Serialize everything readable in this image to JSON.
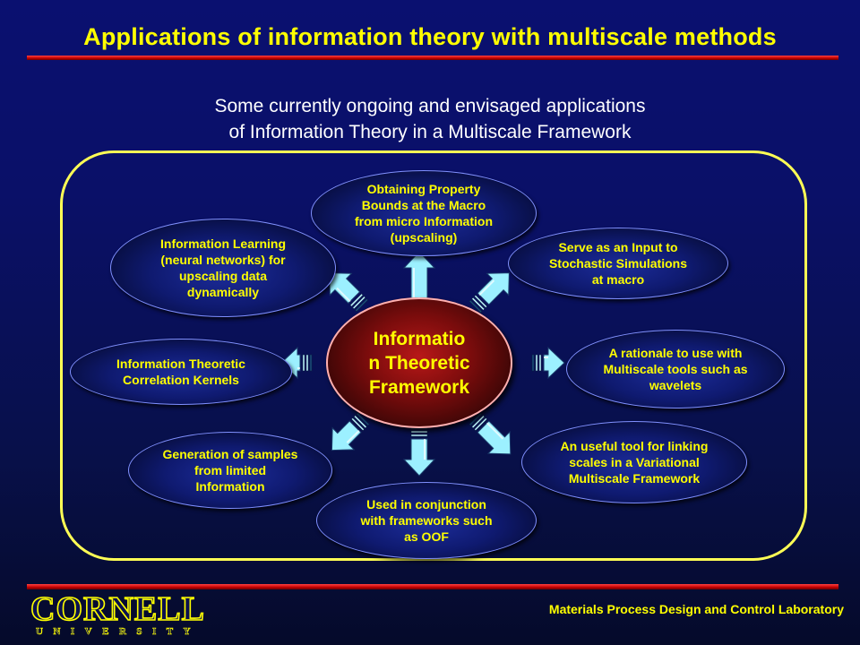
{
  "title": "Applications of information theory with multiscale methods",
  "subtitle_lines": [
    "Some currently ongoing and envisaged applications",
    "of Information Theory in a Multiscale Framework"
  ],
  "center": {
    "lines": [
      "Informatio",
      "n Theoretic",
      "Framework"
    ]
  },
  "nodes": {
    "upscaling": [
      "Obtaining Property",
      "Bounds at the Macro",
      "from micro Information",
      "(upscaling)"
    ],
    "stochastic": [
      "Serve as an Input to",
      "Stochastic Simulations",
      "at macro"
    ],
    "wavelets": [
      "A rationale to use with",
      "Multiscale tools such as",
      "wavelets"
    ],
    "variational": [
      "An useful tool for linking",
      "scales in a Variational",
      "Multiscale Framework"
    ],
    "oof": [
      "Used in conjunction",
      "with frameworks such",
      "as OOF"
    ],
    "samples": [
      "Generation of samples",
      "from limited",
      "Information"
    ],
    "kernels": [
      "Information Theoretic",
      "Correlation  Kernels"
    ],
    "learning": [
      "Information Learning",
      "(neural networks) for",
      "upscaling data",
      "dynamically"
    ]
  },
  "footer": {
    "lab": "Materials Process Design and Control Laboratory",
    "logo_main": "CORNELL",
    "logo_sub": "UNIVERSITY"
  },
  "colors": {
    "title": "#ffff00",
    "frame": "#ffff55",
    "bar": "#cc0000",
    "arrow_fill": "#9cf0ff",
    "background": "#0a1070"
  }
}
